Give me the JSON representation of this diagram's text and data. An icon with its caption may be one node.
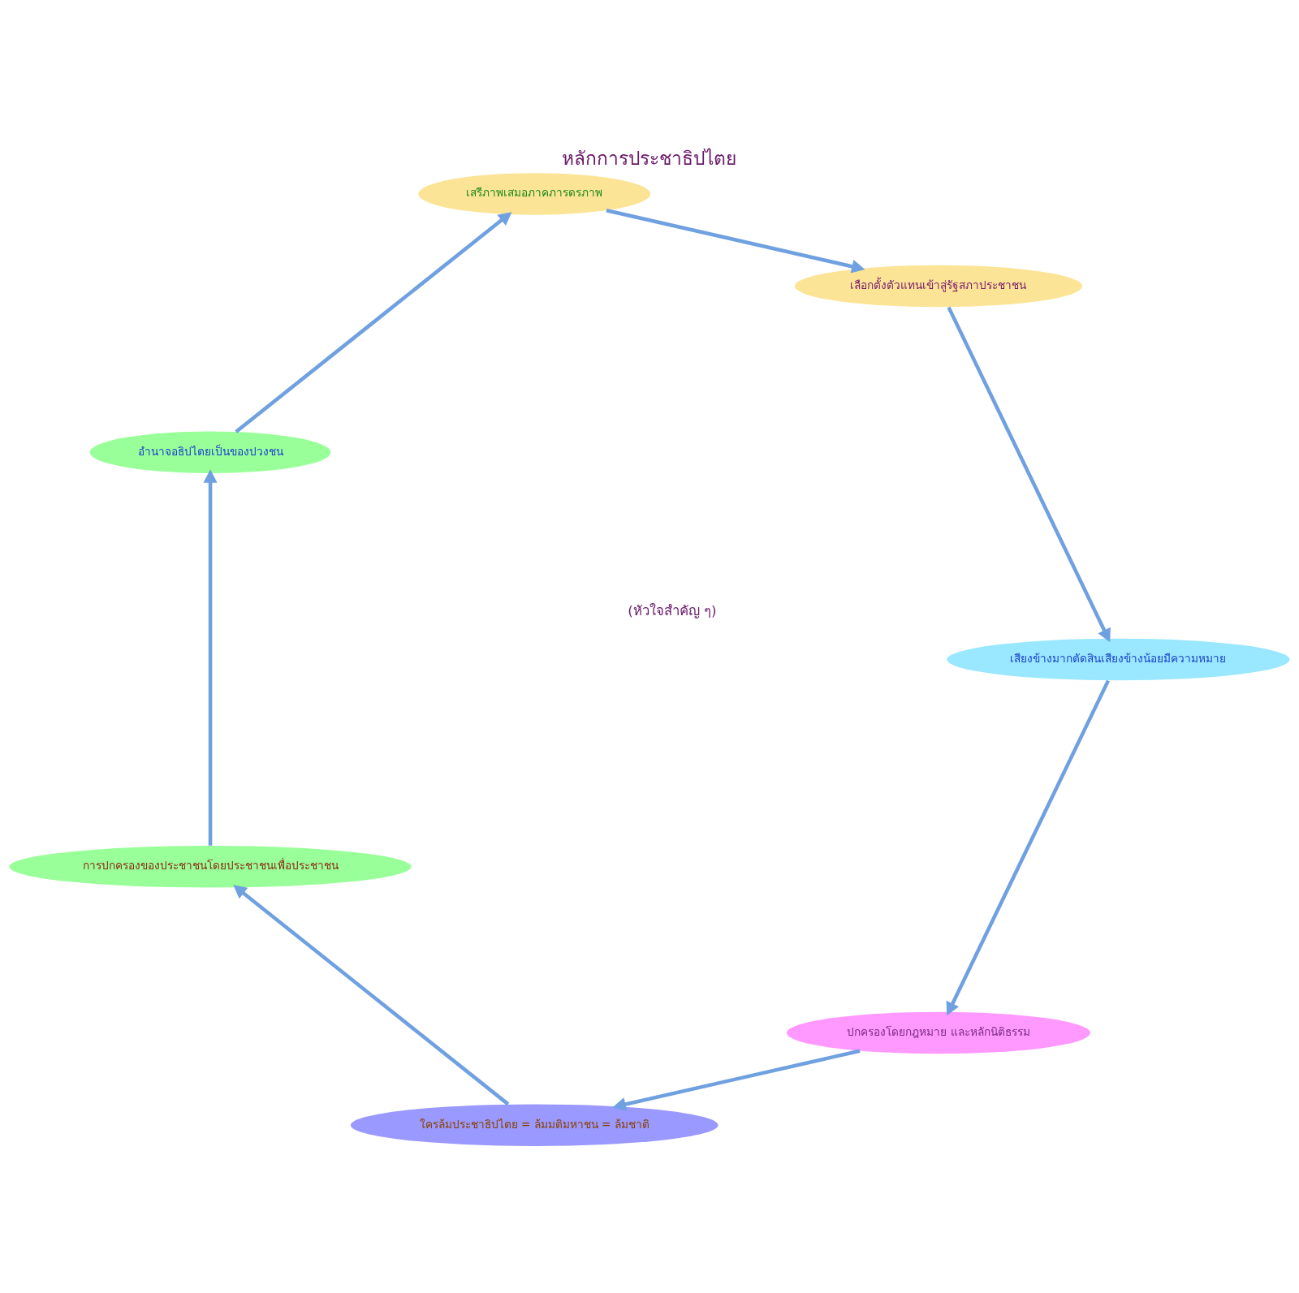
{
  "diagram": {
    "title": "หลักการประชาธิปไตย",
    "nodes": [
      {
        "text": [
          "ปกครองโดยกฎหมาย และหลักนิติธรรม"
        ]
      },
      {
        "text": [
          "ใครล้มประชาธิปไตย = ล้มมติมหาชน = ล้มชาติ"
        ]
      },
      {
        "text": [
          "การปกครองของประชาชนโดยประชาชนเพื่อประชาชน"
        ]
      },
      {
        "text": [
          "อำนาจอธิปไตยเป็นของปวงชน"
        ]
      },
      {
        "text": [
          "เสรีภาพเสมอภาคภารดรภาพ"
        ]
      },
      {
        "text": [
          "เลือกตั้งตัวแทนเข้าสู่รัฐสภาประชาชน"
        ]
      },
      {
        "text": [
          "เสียงข้างมากตัดสินเสียงข้างน้อยมีความหมาย"
        ]
      }
    ],
    "edges": [
      {
        "from": 0,
        "to": 1,
        "arrow": "to"
      },
      {
        "from": 1,
        "to": 2,
        "arrow": "to"
      },
      {
        "from": 2,
        "to": 3,
        "arrow": "to"
      },
      {
        "from": 3,
        "to": 4,
        "arrow": "to"
      },
      {
        "from": 4,
        "to": 5,
        "arrow": "to"
      },
      {
        "from": 5,
        "to": 6,
        "arrow": "to"
      },
      {
        "from": 6,
        "to": 0,
        "arrow": "to"
      }
    ],
    "labels": [
      "(หัวใจสำคัญ ๆ)"
    ]
  }
}
